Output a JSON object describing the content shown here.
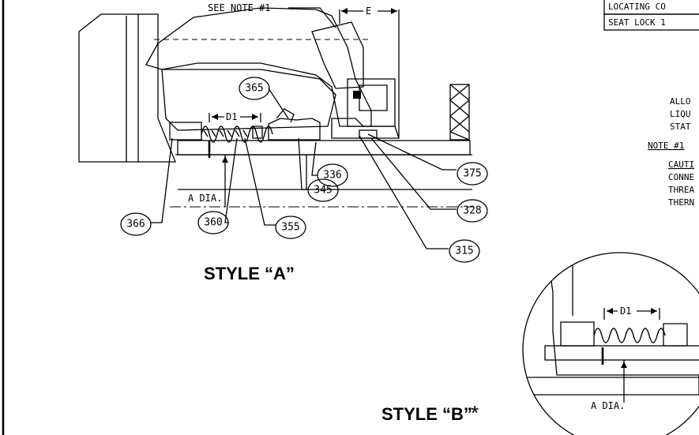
{
  "notes": {
    "see_note": "SEE NOTE #1",
    "dim_e": "E",
    "dim_d1": "D1",
    "a_dia": "A DIA.",
    "a_dia_detail": "A DIA.",
    "note_1_heading": "NOTE #1"
  },
  "table_fragment": {
    "row1": "LOCATING CO",
    "row2": "SEAT LOCK 1"
  },
  "right_text_fragments": [
    "ALLO",
    "LIQU",
    "STAT",
    "CAUTI",
    "CONNE",
    "THREA",
    "THERN"
  ],
  "callouts": [
    "365",
    "336",
    "345",
    "375",
    "328",
    "315",
    "366",
    "360",
    "355"
  ],
  "style_labels": {
    "a": "STYLE “A”",
    "b": "STYLE “B”",
    "b_mark": "*"
  }
}
